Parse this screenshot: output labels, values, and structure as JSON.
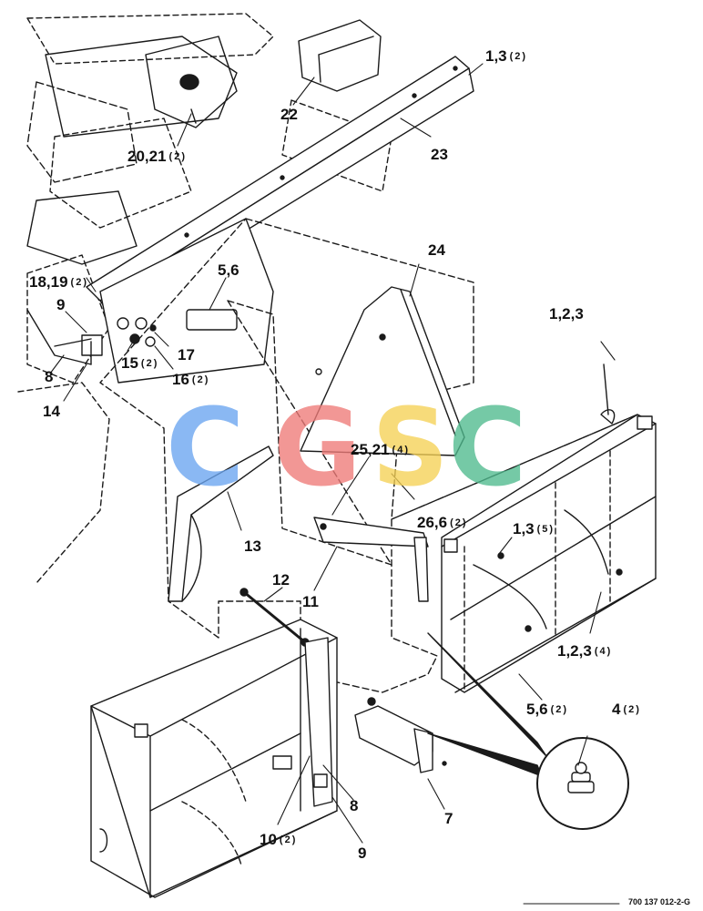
{
  "diagram": {
    "callouts": [
      {
        "id": "c-1-3-top",
        "label": "1,3",
        "qty": "(2)"
      },
      {
        "id": "c-22",
        "label": "22",
        "qty": ""
      },
      {
        "id": "c-23",
        "label": "23",
        "qty": ""
      },
      {
        "id": "c-20-21",
        "label": "20,21",
        "qty": "(2)"
      },
      {
        "id": "c-24",
        "label": "24",
        "qty": ""
      },
      {
        "id": "c-1-2-3-right",
        "label": "1,2,3",
        "qty": ""
      },
      {
        "id": "c-18-19",
        "label": "18,19",
        "qty": "(2)"
      },
      {
        "id": "c-5-6-top",
        "label": "5,6",
        "qty": ""
      },
      {
        "id": "c-9-top",
        "label": "9",
        "qty": ""
      },
      {
        "id": "c-17",
        "label": "17",
        "qty": ""
      },
      {
        "id": "c-15",
        "label": "15",
        "qty": "(2)"
      },
      {
        "id": "c-16",
        "label": "16",
        "qty": "(2)"
      },
      {
        "id": "c-8-left",
        "label": "8",
        "qty": ""
      },
      {
        "id": "c-14",
        "label": "14",
        "qty": ""
      },
      {
        "id": "c-25-21",
        "label": "25,21",
        "qty": "(4)"
      },
      {
        "id": "c-26-6",
        "label": "26,6",
        "qty": "(2)"
      },
      {
        "id": "c-1-3-mid",
        "label": "1,3",
        "qty": "(5)"
      },
      {
        "id": "c-13",
        "label": "13",
        "qty": ""
      },
      {
        "id": "c-12",
        "label": "12",
        "qty": ""
      },
      {
        "id": "c-11",
        "label": "11",
        "qty": ""
      },
      {
        "id": "c-1-2-3-lower",
        "label": "1,2,3",
        "qty": "(4)"
      },
      {
        "id": "c-5-6-low",
        "label": "5,6",
        "qty": "(2)"
      },
      {
        "id": "c-4",
        "label": "4",
        "qty": "(2)"
      },
      {
        "id": "c-8-low",
        "label": "8",
        "qty": ""
      },
      {
        "id": "c-7",
        "label": "7",
        "qty": ""
      },
      {
        "id": "c-10",
        "label": "10",
        "qty": "(2)"
      },
      {
        "id": "c-9-low",
        "label": "9",
        "qty": ""
      }
    ],
    "drawing_number": "700 137 012-2-G"
  },
  "watermark": {
    "letters": [
      {
        "char": "C",
        "color": "#6aa5f0"
      },
      {
        "char": "G",
        "color": "#ef7b78"
      },
      {
        "char": "S",
        "color": "#f5d155"
      },
      {
        "char": "C",
        "color": "#4fba8e"
      }
    ]
  }
}
